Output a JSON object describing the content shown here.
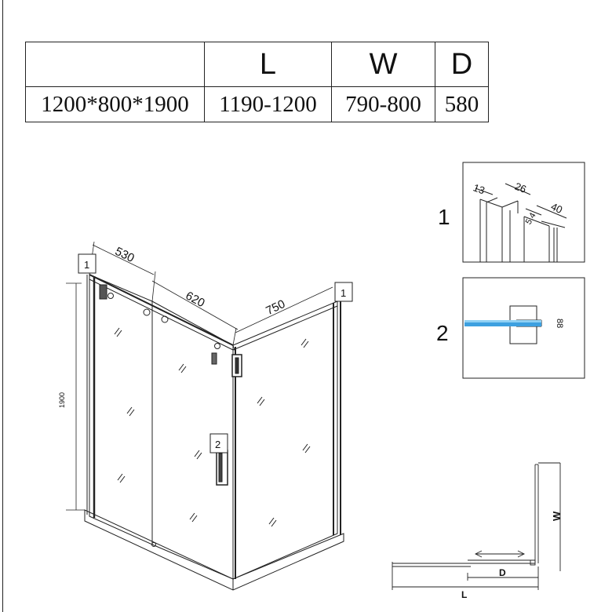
{
  "table": {
    "headers": [
      "",
      "L",
      "W",
      "D"
    ],
    "rows": [
      [
        "1200*800*1900",
        "1190-1200",
        "790-800",
        "580"
      ]
    ]
  },
  "dims": {
    "top_left": "530",
    "top_mid": "620",
    "top_right": "750",
    "height": "1900"
  },
  "callouts": {
    "one": "1",
    "two": "2"
  },
  "detail1": {
    "marker": "1",
    "d13": "13",
    "d26": "26",
    "d40": "40",
    "d54": "5.4"
  },
  "detail2": {
    "marker": "2",
    "d88": "88"
  },
  "plan": {
    "w": "W",
    "d": "D",
    "l": "L"
  },
  "colors": {
    "glass_edge": "#3da0e0",
    "line": "#222222"
  }
}
